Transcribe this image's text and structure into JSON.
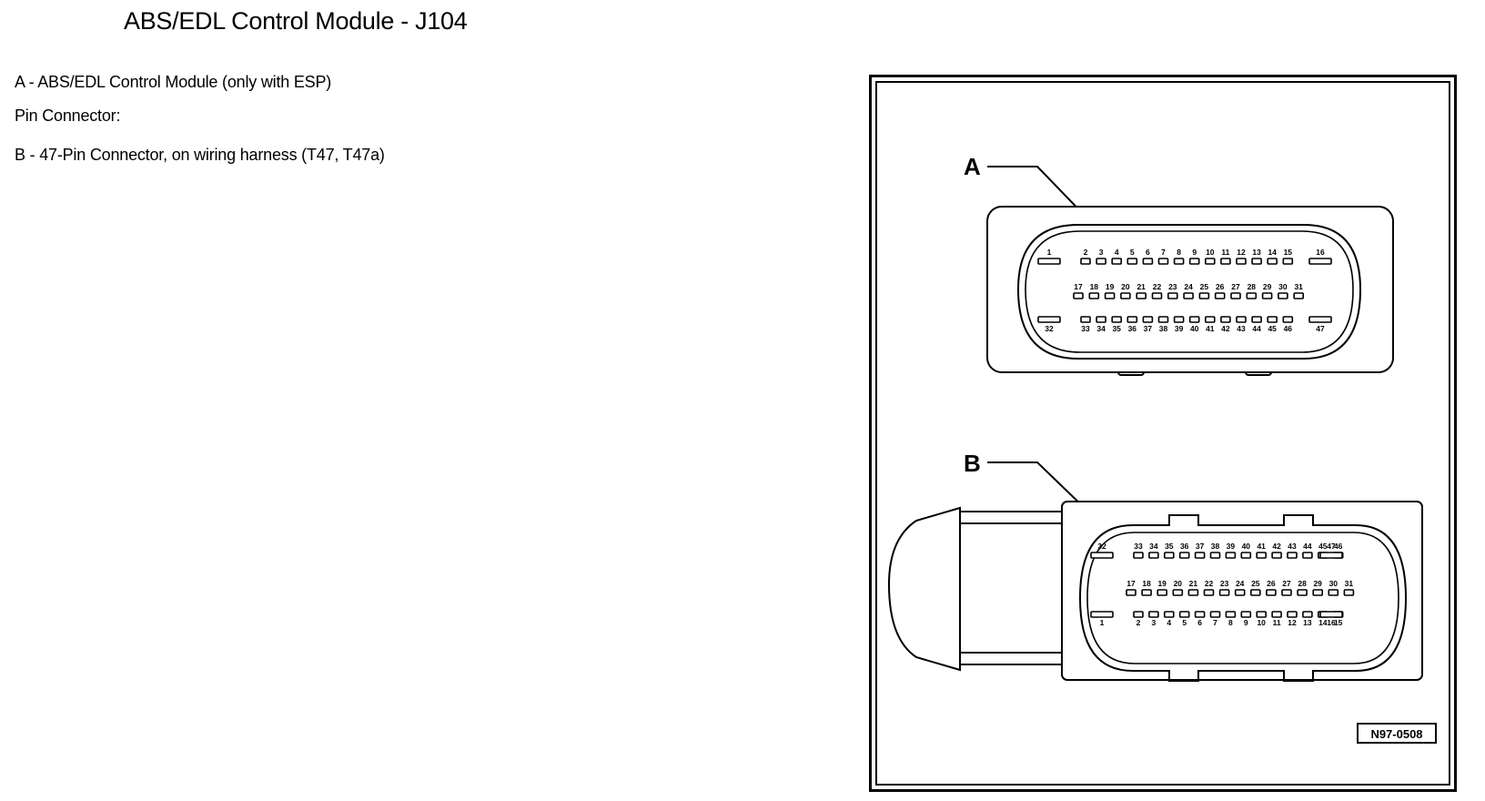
{
  "page": {
    "title": "ABS/EDL Control Module - J104"
  },
  "legend": {
    "item_a": "A - ABS/EDL Control Module (only with ESP)",
    "pin_connector": "Pin Connector:",
    "item_b": "B - 47-Pin Connector, on wiring harness (T47, T47a)"
  },
  "figure": {
    "label_a": "A",
    "label_b": "B",
    "ref": "N97-0508",
    "connector_a": {
      "top_row": [
        "1",
        "2",
        "3",
        "4",
        "5",
        "6",
        "7",
        "8",
        "9",
        "10",
        "11",
        "12",
        "13",
        "14",
        "15",
        "16"
      ],
      "middle_row": [
        "17",
        "18",
        "19",
        "20",
        "21",
        "22",
        "23",
        "24",
        "25",
        "26",
        "27",
        "28",
        "29",
        "30",
        "31"
      ],
      "bottom_row": [
        "32",
        "33",
        "34",
        "35",
        "36",
        "37",
        "38",
        "39",
        "40",
        "41",
        "42",
        "43",
        "44",
        "45",
        "46",
        "47"
      ]
    },
    "connector_b": {
      "top_row": [
        "32",
        "33",
        "34",
        "35",
        "36",
        "37",
        "38",
        "39",
        "40",
        "41",
        "42",
        "43",
        "44",
        "45",
        "46",
        "47"
      ],
      "middle_row": [
        "17",
        "18",
        "19",
        "20",
        "21",
        "22",
        "23",
        "24",
        "25",
        "26",
        "27",
        "28",
        "29",
        "30",
        "31"
      ],
      "bottom_row": [
        "1",
        "2",
        "3",
        "4",
        "5",
        "6",
        "7",
        "8",
        "9",
        "10",
        "11",
        "12",
        "13",
        "14",
        "15",
        "16"
      ]
    }
  }
}
